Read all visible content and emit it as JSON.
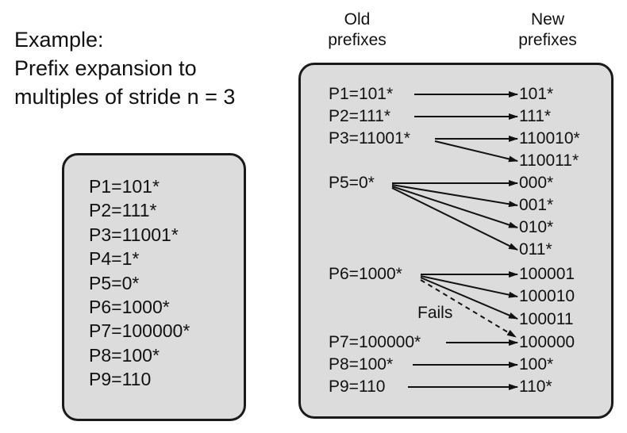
{
  "caption": {
    "line1": "Example:",
    "line2": "Prefix expansion to",
    "line3": "multiples of stride n = 3"
  },
  "prefix_table": [
    "P1=101*",
    "P2=111*",
    "P3=11001*",
    "P4=1*",
    "P5=0*",
    "P6=1000*",
    "P7=100000*",
    "P8=100*",
    "P9=110"
  ],
  "headers": {
    "old": "Old prefixes",
    "new": "New prefixes"
  },
  "old_prefixes": [
    "P1=101*",
    "P2=111*",
    "P3=11001*",
    "P5=0*",
    "P6=1000*",
    "P7=100000*",
    "P8=100*",
    "P9=110"
  ],
  "new_prefixes": [
    "101*",
    "111*",
    "110010*",
    "110011*",
    "000*",
    "001*",
    "010*",
    "011*",
    "100001",
    "100010",
    "100011",
    "100000",
    "100*",
    "110*"
  ],
  "fails_label": "Fails"
}
